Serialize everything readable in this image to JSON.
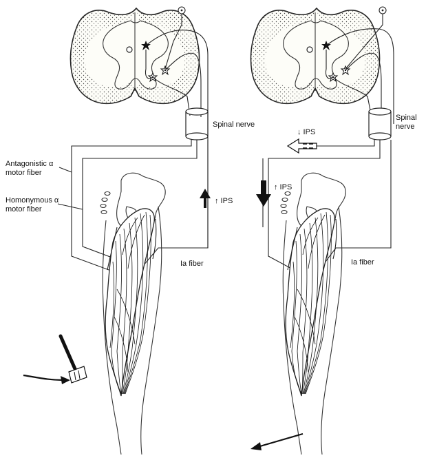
{
  "left_panel": {
    "spinal_nerve_label": "Spinal nerve",
    "antagonistic_label": "Antagonistic α motor fiber",
    "homonymous_label": "Homonymous α motor fiber",
    "ips_label": "↑ IPS",
    "ia_fiber_label": "Ia fiber"
  },
  "right_panel": {
    "spinal_nerve_label": "Spinal nerve",
    "ips_down_label": "↓ IPS",
    "ips_up_label": "↑ IPS",
    "ia_fiber_label": "Ia fiber"
  },
  "icons": [
    "electrode-icon",
    "reflex-hammer-icon",
    "arrow-icon"
  ],
  "colors": {
    "ink": "#111111",
    "paper": "#ffffff"
  }
}
